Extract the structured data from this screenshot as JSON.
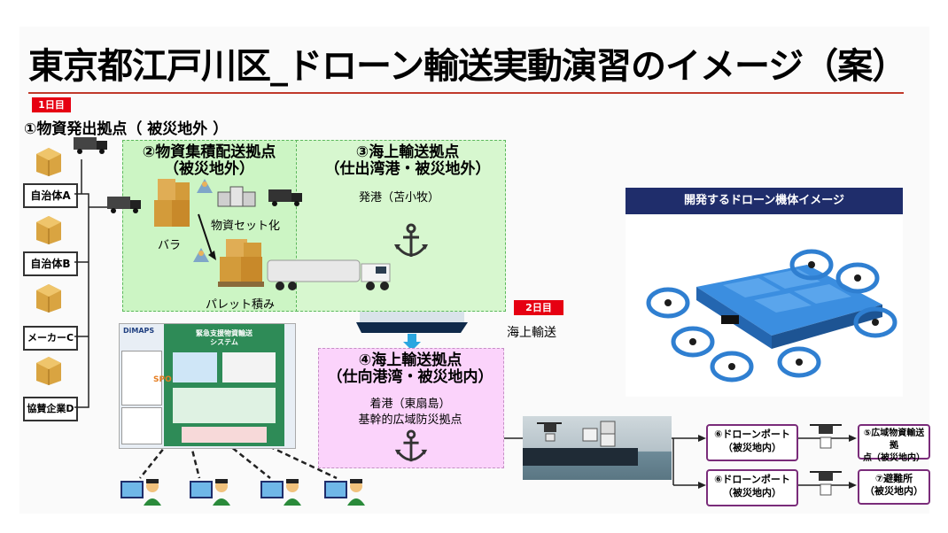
{
  "title": "東京都江戸川区_ドローン輸送実動演習のイメージ（案）",
  "day1": {
    "badge": "1日目"
  },
  "day2": {
    "badge": "2日目",
    "sea_transport": "海上輸送"
  },
  "site1": {
    "title": "①物資発出拠点（ 被災地外 ）",
    "suppliers": [
      "自治体A",
      "自治体B",
      "メーカーC",
      "協賛企業D"
    ]
  },
  "site2": {
    "title_line1": "②物資集積配送拠点",
    "title_line2": "（被災地外）",
    "bulk_label": "バラ",
    "set_label": "物資セット化",
    "pallet_label": "パレット積み"
  },
  "site3": {
    "title_line1": "③海上輸送拠点",
    "title_line2": "（仕出湾港・被災地外）",
    "departure": "発港（苫小牧）"
  },
  "site4": {
    "title_line1": "④海上輸送拠点",
    "title_line2": "（仕向港湾・被災地内）",
    "arrival_line1": "着港（東扇島）",
    "arrival_line2": "基幹的広域防災拠点"
  },
  "system_panel": {
    "logo": "DiMAPS",
    "heading_line1": "緊急支援物資輸送",
    "heading_line2": "システム",
    "badge": "SPO"
  },
  "drone_image": {
    "header": "開発するドローン機体イメージ"
  },
  "ports": [
    {
      "line1": "⑥ドローンポート",
      "line2": "（被災地内）"
    },
    {
      "line1": "⑥ドローンポート",
      "line2": "（被災地内）"
    }
  ],
  "destinations": [
    {
      "line1": "⑤広域物資輸送拠",
      "line2": "点（被災地内）"
    },
    {
      "line1": "⑦避難所",
      "line2": "（被災地内）"
    }
  ],
  "colors": {
    "title_rule": "#c0392b",
    "badge_red": "#e60012",
    "green_zone": "#ccf5c4",
    "pink_zone": "#fbd3fb",
    "header_navy": "#1f2d6b",
    "drone_blue": "#2f7fd1",
    "anchor": "#333333"
  }
}
